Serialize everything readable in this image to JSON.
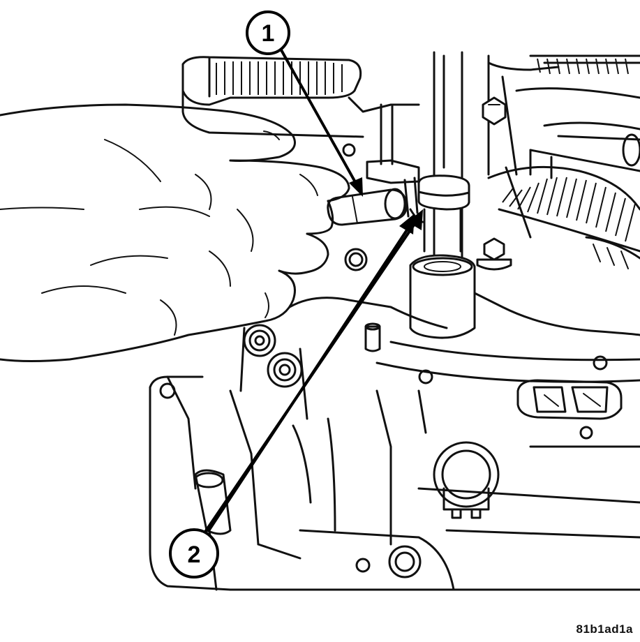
{
  "callouts": [
    {
      "label": "1"
    },
    {
      "label": "2"
    }
  ],
  "figure_id": "81b1ad1a"
}
